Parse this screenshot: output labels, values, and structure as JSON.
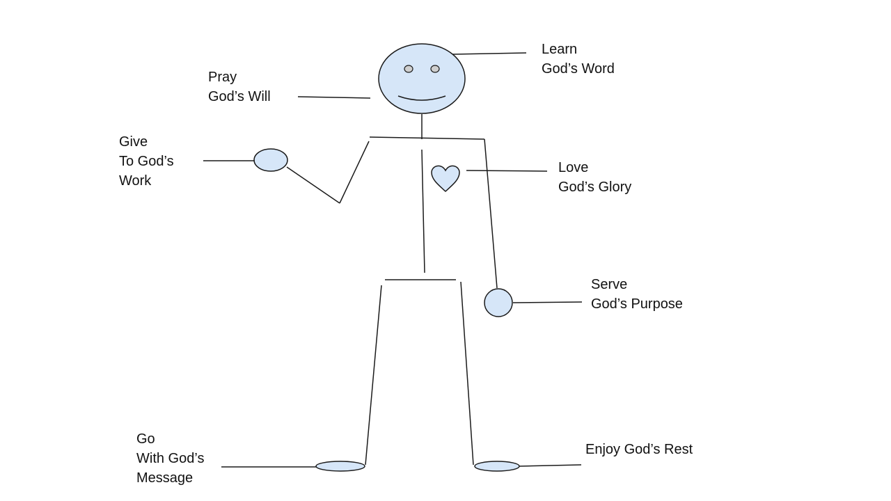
{
  "colors": {
    "fill": "#d6e6f8",
    "stroke": "#1a1a1a",
    "eye": "#cfcfcf",
    "background": "#ffffff"
  },
  "labels": {
    "learn": {
      "line1": "Learn",
      "line2": "God’s Word"
    },
    "pray": {
      "line1": "Pray",
      "line2": "God’s Will"
    },
    "give": {
      "line1": "Give",
      "line2": "To God’s",
      "line3": "Work"
    },
    "love": {
      "line1": "Love",
      "line2": "God’s Glory"
    },
    "serve": {
      "line1": "Serve",
      "line2": "God’s Purpose"
    },
    "go": {
      "line1": "Go",
      "line2": "With God’s",
      "line3": "Message"
    },
    "enjoy": {
      "line1": "Enjoy God’s Rest"
    }
  }
}
